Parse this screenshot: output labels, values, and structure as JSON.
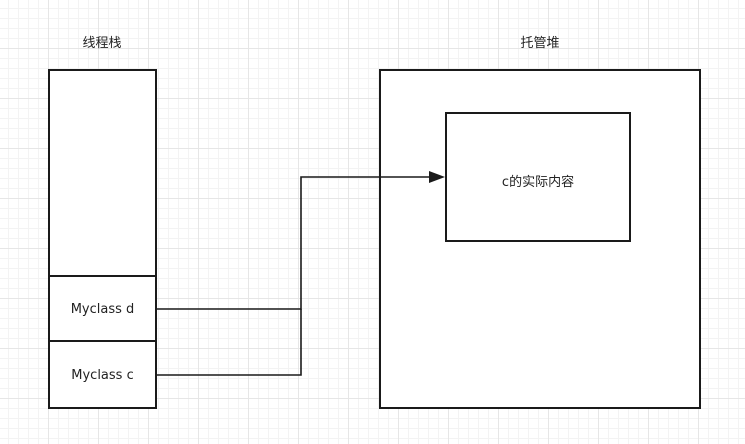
{
  "thread_stack": {
    "title": "线程栈",
    "cells": [
      "Myclass d",
      "Myclass c"
    ]
  },
  "managed_heap": {
    "title": "托管堆",
    "object_label": "c的实际内容"
  }
}
